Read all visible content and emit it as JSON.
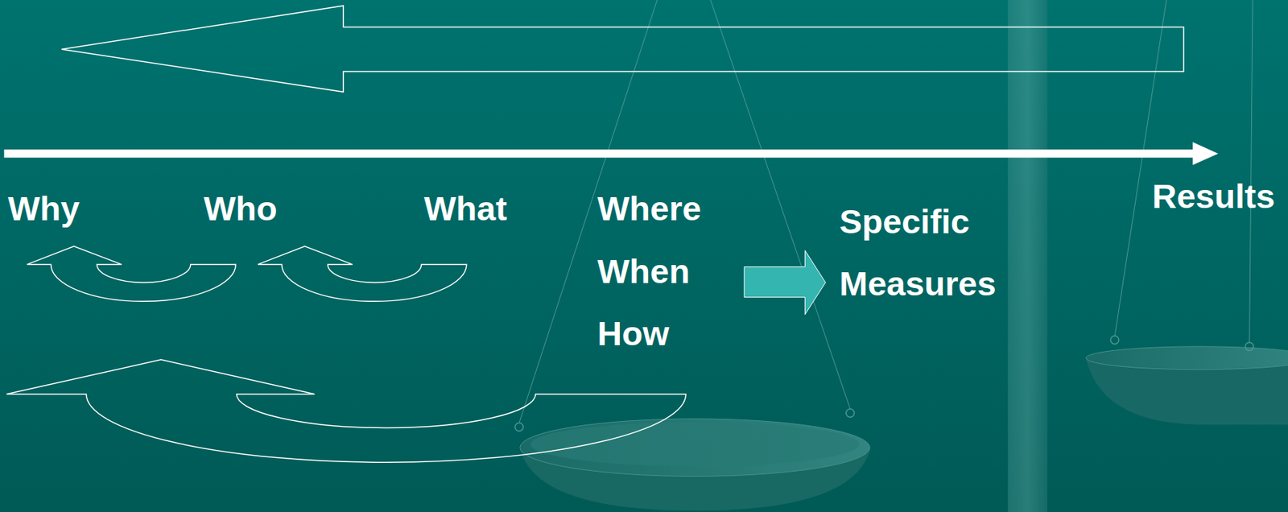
{
  "diagram": {
    "labels": [
      "Why",
      "Who",
      "What",
      "Where",
      "When",
      "How",
      "Specific Measures",
      "Results"
    ]
  }
}
